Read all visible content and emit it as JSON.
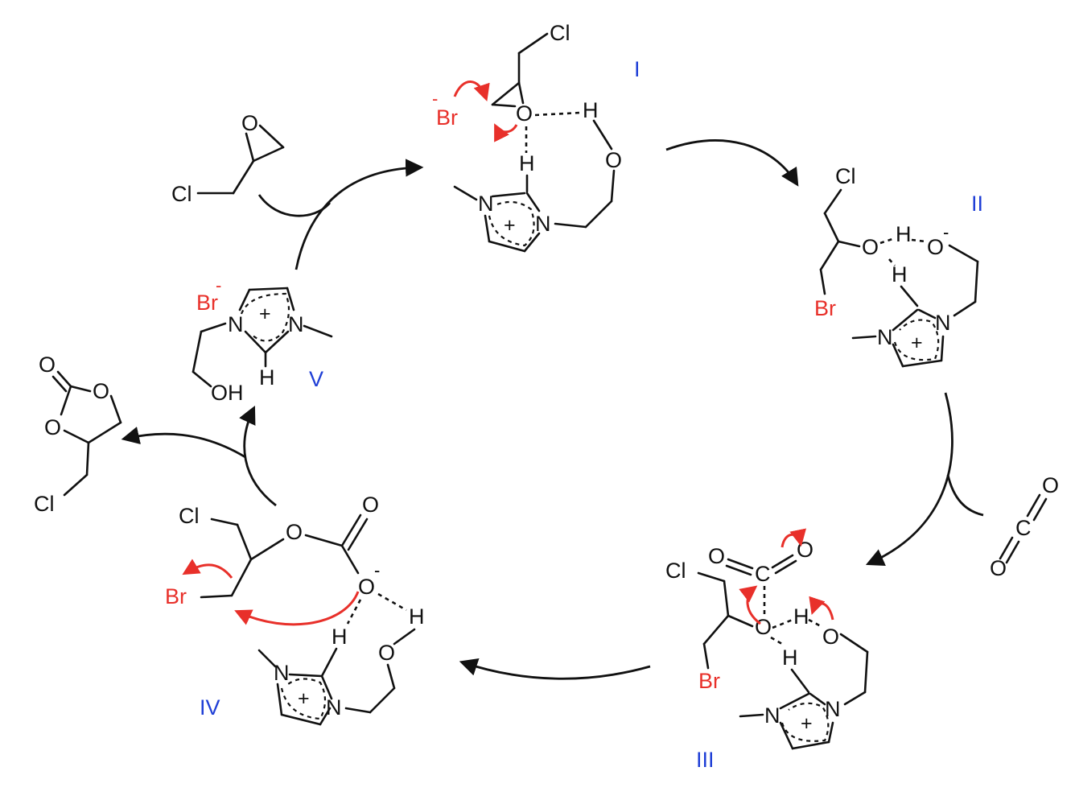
{
  "colors": {
    "atom": "#111111",
    "highlight": "#e8302a",
    "label": "#1f3fd6"
  },
  "steps": {
    "I": {
      "label": "I"
    },
    "II": {
      "label": "II"
    },
    "III": {
      "label": "III"
    },
    "IV": {
      "label": "IV"
    },
    "V": {
      "label": "V"
    }
  },
  "atoms": {
    "cl": "Cl",
    "br": "Br",
    "o": "O",
    "h": "H",
    "n": "N",
    "c": "C",
    "oh": "OH",
    "minus": "-",
    "plus": "+"
  }
}
